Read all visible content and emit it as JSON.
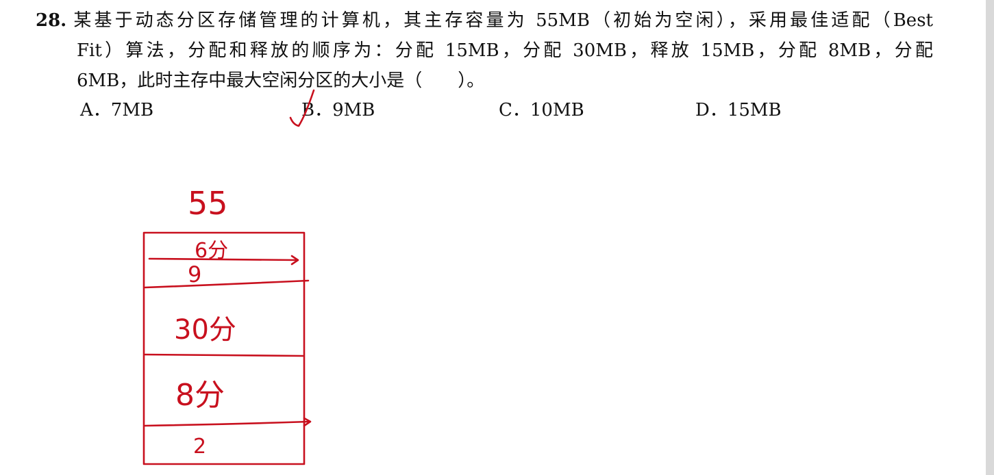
{
  "question": {
    "number": "28.",
    "line1": "某基于动态分区存储管理的计算机，其主存容量为 55MB（初始为空闲），采用最佳适配（Best",
    "line2": "Fit）算法，分配和释放的顺序为：分配 15MB，分配 30MB，释放 15MB，分配 8MB，分配",
    "line3": "6MB，此时主存中最大空闲分区的大小是（　　）。"
  },
  "options": [
    {
      "label": "A．7MB"
    },
    {
      "label": "B．9MB"
    },
    {
      "label": "C．10MB"
    },
    {
      "label": "D．15MB"
    }
  ],
  "annotation": {
    "color": "#c8101e",
    "total": "55",
    "memory_blocks": [
      {
        "label": "6分"
      },
      {
        "label": "9"
      },
      {
        "label": "30分"
      },
      {
        "label": "8分"
      },
      {
        "label": "2"
      }
    ]
  }
}
